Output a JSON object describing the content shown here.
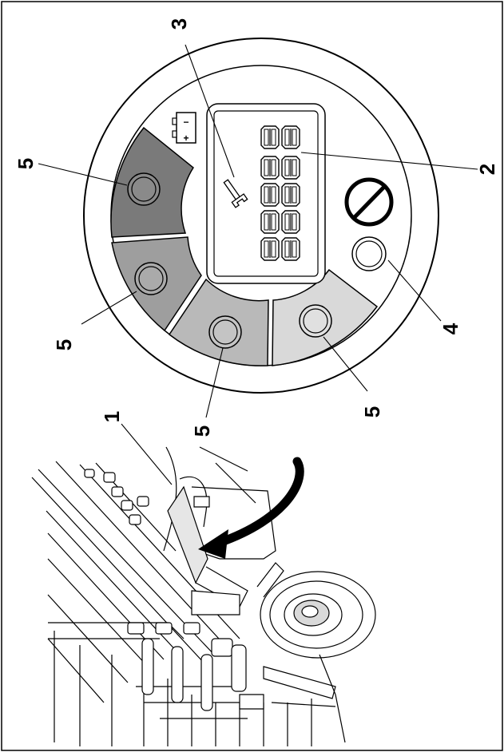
{
  "callouts": {
    "c1": "1",
    "c2": "2",
    "c3": "3",
    "c4": "4",
    "c5a": "5",
    "c5b": "5",
    "c5c": "5",
    "c5d": "5"
  },
  "battery": {
    "minus": "−",
    "plus": "+"
  },
  "colors": {
    "line": "#000000",
    "zone_dark": "#7a7a7a",
    "zone_mid": "#9e9e9e",
    "zone_light": "#b9b9b9",
    "zone_lighter": "#d9d9d9",
    "panel_light": "#e6e6e6"
  }
}
